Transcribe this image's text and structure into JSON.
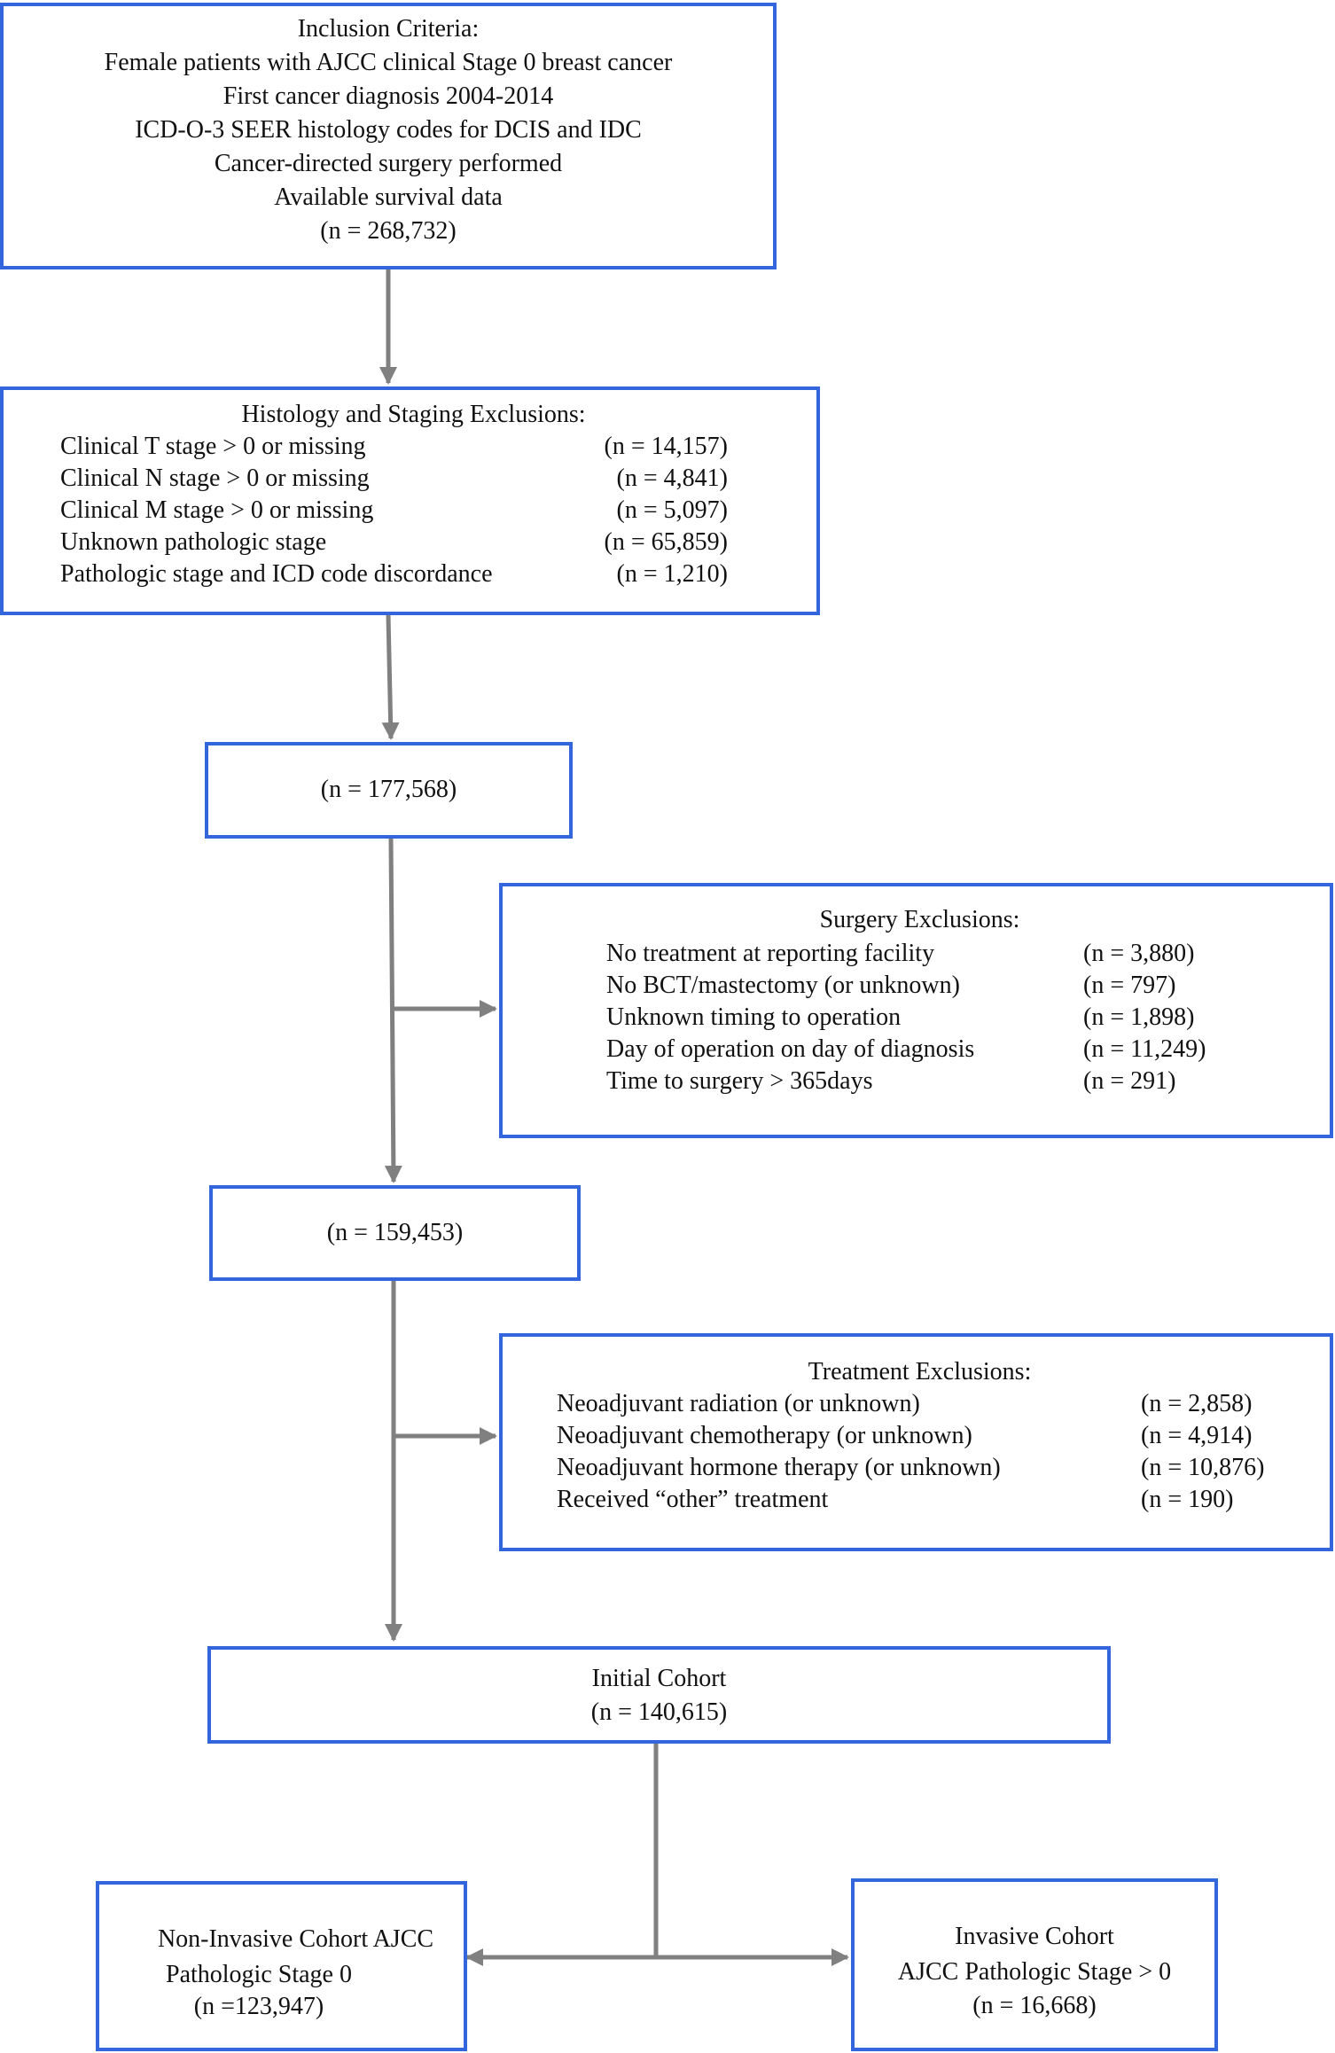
{
  "inclusion": {
    "title": "Inclusion Criteria:",
    "lines": [
      "Female patients with AJCC clinical Stage 0 breast cancer",
      "First cancer diagnosis 2004-2014",
      "ICD-O-3 SEER histology codes for DCIS and IDC",
      "Cancer-directed surgery performed",
      "Available survival data"
    ],
    "n": "(n = 268,732)"
  },
  "histology": {
    "title": "Histology and Staging Exclusions:",
    "items": [
      {
        "label": "Clinical T stage > 0 or missing",
        "n": "(n = 14,157)"
      },
      {
        "label": "Clinical N stage > 0 or missing",
        "n": "(n = 4,841)"
      },
      {
        "label": "Clinical M stage > 0 or missing",
        "n": "(n = 5,097)"
      },
      {
        "label": "Unknown pathologic stage",
        "n": "(n = 65,859)"
      },
      {
        "label": "Pathologic stage and ICD code discordance",
        "n": "(n = 1,210)"
      }
    ]
  },
  "after_histology": {
    "n": "(n = 177,568)"
  },
  "surgery": {
    "title": "Surgery Exclusions:",
    "items": [
      {
        "label": "No treatment at reporting facility",
        "n": "(n = 3,880)"
      },
      {
        "label": "No BCT/mastectomy (or unknown)",
        "n": "(n = 797)"
      },
      {
        "label": "Unknown timing to operation",
        "n": "(n = 1,898)"
      },
      {
        "label": "Day of operation on day of diagnosis",
        "n": "(n = 11,249)"
      },
      {
        "label": "Time to surgery > 365days",
        "n": "(n = 291)"
      }
    ]
  },
  "after_surgery": {
    "n": "(n = 159,453)"
  },
  "treatment": {
    "title": "Treatment Exclusions:",
    "items": [
      {
        "label": "Neoadjuvant radiation (or unknown)",
        "n": "(n = 2,858)"
      },
      {
        "label": "Neoadjuvant chemotherapy (or unknown)",
        "n": "(n = 4,914)"
      },
      {
        "label": "Neoadjuvant hormone therapy (or unknown)",
        "n": "(n = 10,876)"
      },
      {
        "label": "Received “other” treatment",
        "n": "(n = 190)"
      }
    ]
  },
  "initial_cohort": {
    "title": "Initial Cohort",
    "n": "(n = 140,615)"
  },
  "non_invasive": {
    "lines": [
      "Non-Invasive Cohort AJCC",
      "Pathologic Stage 0"
    ],
    "n": "(n =123,947)"
  },
  "invasive": {
    "lines": [
      "Invasive Cohort",
      "AJCC Pathologic Stage > 0"
    ],
    "n": "(n = 16,668)"
  },
  "colors": {
    "box_border": "#3366dd",
    "arrow": "#808080"
  }
}
